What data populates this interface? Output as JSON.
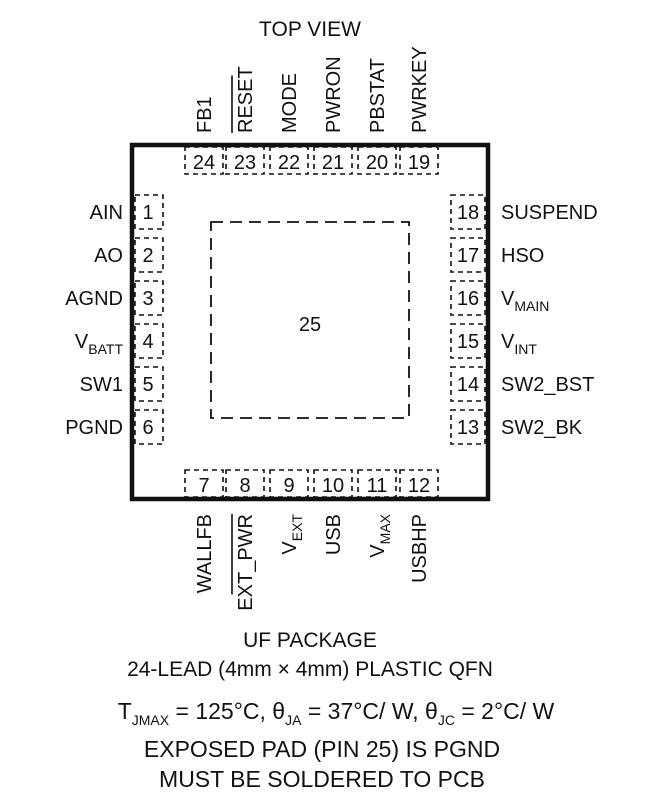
{
  "view_title": "TOP VIEW",
  "pins_top": [
    {
      "num": "24",
      "name": "FB1"
    },
    {
      "num": "23",
      "name": "RESET",
      "overbar": true
    },
    {
      "num": "22",
      "name": "MODE"
    },
    {
      "num": "21",
      "name": "PWRON"
    },
    {
      "num": "20",
      "name": "PBSTAT"
    },
    {
      "num": "19",
      "name": "PWRKEY"
    }
  ],
  "pins_left": [
    {
      "num": "1",
      "name": "AIN"
    },
    {
      "num": "2",
      "name": "AO"
    },
    {
      "num": "3",
      "name": "AGND"
    },
    {
      "num": "4",
      "name": "V",
      "sub": "BATT"
    },
    {
      "num": "5",
      "name": "SW1"
    },
    {
      "num": "6",
      "name": "PGND"
    }
  ],
  "pins_right": [
    {
      "num": "18",
      "name": "SUSPEND"
    },
    {
      "num": "17",
      "name": "HSO"
    },
    {
      "num": "16",
      "name": "V",
      "sub": "MAIN"
    },
    {
      "num": "15",
      "name": "V",
      "sub": "INT"
    },
    {
      "num": "14",
      "name": "SW2_BST"
    },
    {
      "num": "13",
      "name": "SW2_BK"
    }
  ],
  "pins_bottom": [
    {
      "num": "7",
      "name": "WALLFB"
    },
    {
      "num": "8",
      "name": "EXT_PWR",
      "overbar": true
    },
    {
      "num": "9",
      "name": "V",
      "sub": "EXT"
    },
    {
      "num": "10",
      "name": "USB"
    },
    {
      "num": "11",
      "name": "V",
      "sub": "MAX"
    },
    {
      "num": "12",
      "name": "USBHP"
    }
  ],
  "exposed_pad_num": "25",
  "caption": {
    "line1": "UF PACKAGE",
    "line2": "24-LEAD (4mm × 4mm) PLASTIC QFN",
    "thermal": {
      "t_sym": "T",
      "t_sub": "JMAX",
      "t_val": " = 125°C, ",
      "ja_sym": "θ",
      "ja_sub": "JA",
      "ja_val": " = 37°C/ W, ",
      "jc_sym": "θ",
      "jc_sub": "JC",
      "jc_val": " = 2°C/ W"
    },
    "line4": "EXPOSED PAD (PIN 25) IS PGND",
    "line5": "MUST BE SOLDERED TO PCB"
  }
}
